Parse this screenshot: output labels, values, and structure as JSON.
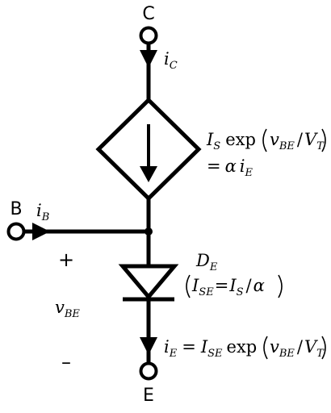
{
  "terminals": {
    "collector": "C",
    "base": "B",
    "emitter": "E"
  },
  "currents": {
    "ic": {
      "sym": "i",
      "sub": "C"
    },
    "ib": {
      "sym": "i",
      "sub": "B"
    }
  },
  "source": {
    "line1": {
      "I": "I",
      "I_sub": "S",
      "exp": "exp",
      "v": "v",
      "v_sub": "BE",
      "slash": "/",
      "V": "V",
      "V_sub": "T"
    },
    "line2": {
      "eq": "=",
      "alpha": "α",
      "i": "i",
      "i_sub": "E"
    }
  },
  "diode": {
    "name": "D",
    "name_sub": "E",
    "param": {
      "I": "I",
      "I_sub": "SE",
      "eq": "=",
      "Is": "I",
      "Is_sub": "S",
      "slash": "/",
      "alpha": "α"
    }
  },
  "voltage": {
    "plus": "+",
    "minus": "–",
    "v": "v",
    "v_sub": "BE"
  },
  "emitter_eq": {
    "i": "i",
    "i_sub": "E",
    "eq": "=",
    "I": "I",
    "I_sub": "SE",
    "exp": "exp",
    "v": "v",
    "v_sub": "BE",
    "slash": "/",
    "V": "V",
    "V_sub": "T"
  }
}
